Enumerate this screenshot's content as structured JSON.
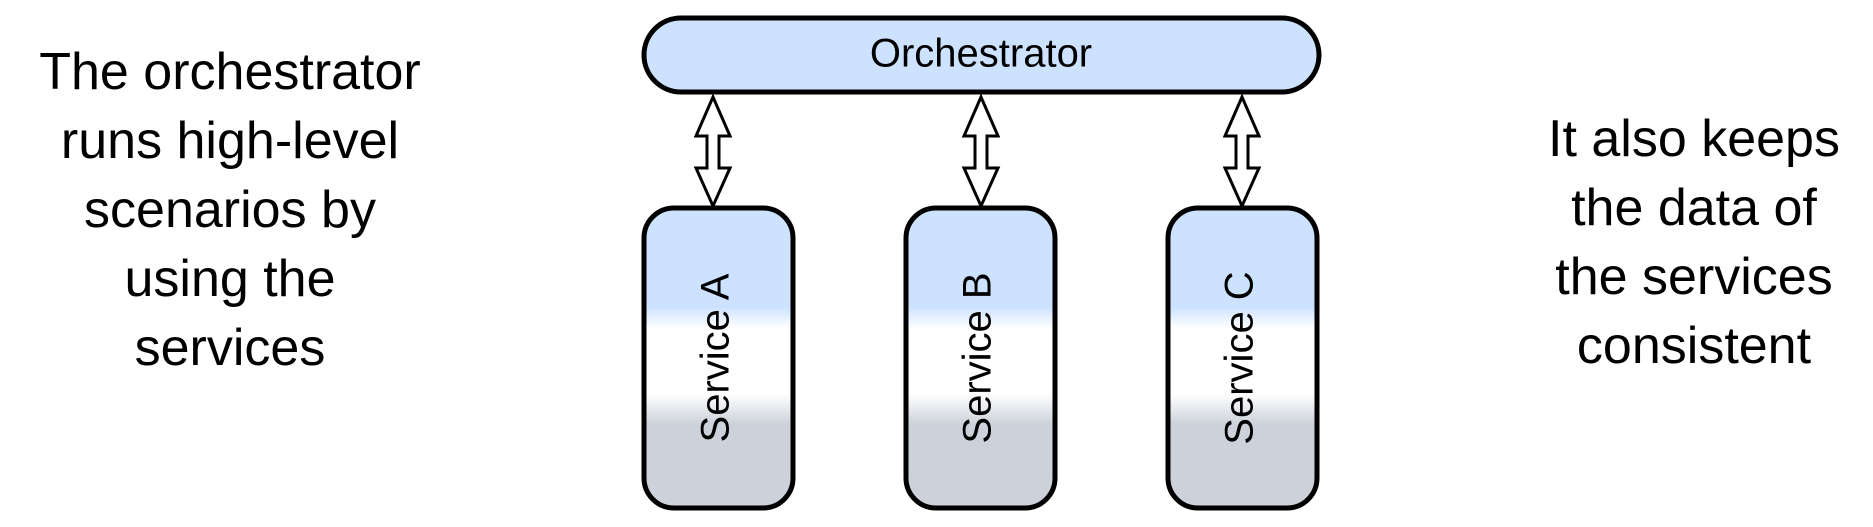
{
  "left_note": {
    "lines": [
      "The orchestrator",
      "runs high-level",
      "scenarios by",
      "using the",
      "services"
    ]
  },
  "right_note": {
    "lines": [
      "It also keeps",
      "the data of",
      "the services",
      "consistent"
    ]
  },
  "diagram": {
    "orchestrator_label": "Orchestrator",
    "services": [
      {
        "label": "Service A"
      },
      {
        "label": "Service B"
      },
      {
        "label": "Service C"
      }
    ],
    "colors": {
      "fill_top": "#cce2ff",
      "fill_bottom": "#cdd2da",
      "stroke": "#000000"
    }
  }
}
